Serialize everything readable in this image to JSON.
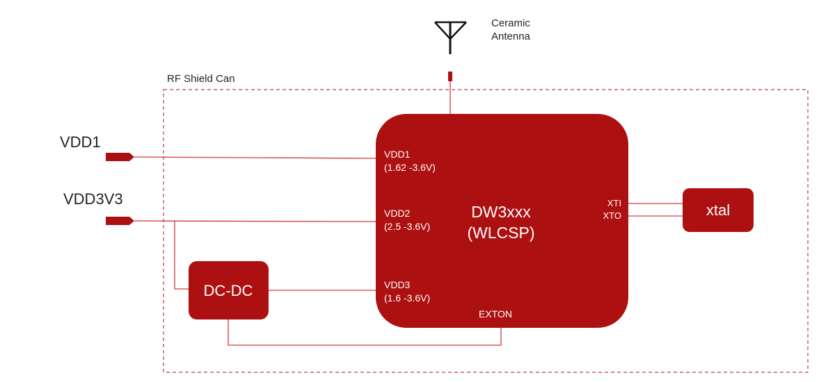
{
  "colors": {
    "block": "#ad1010",
    "line": "#d13a3a",
    "dash": "#c43b3b",
    "text_dark": "#222222",
    "text_light": "#ffffff"
  },
  "antenna": {
    "label_line1": "Ceramic",
    "label_line2": "Antenna",
    "icon": "antenna-icon"
  },
  "shield": {
    "label": "RF Shield Can"
  },
  "inputs": {
    "vdd1": "VDD1",
    "vdd3v3": "VDD3V3"
  },
  "chip": {
    "name_line1": "DW3xxx",
    "name_line2": "(WLCSP)",
    "pins": {
      "vdd1": "VDD1",
      "vdd1_range": "(1.62 -3.6V)",
      "vdd2": "VDD2",
      "vdd2_range": "(2.5 -3.6V)",
      "vdd3": "VDD3",
      "vdd3_range": "(1.6 -3.6V)",
      "exton": "EXTON",
      "xti": "XTI",
      "xto": "XTO"
    }
  },
  "dcdc": {
    "label": "DC-DC"
  },
  "xtal": {
    "label": "xtal"
  }
}
